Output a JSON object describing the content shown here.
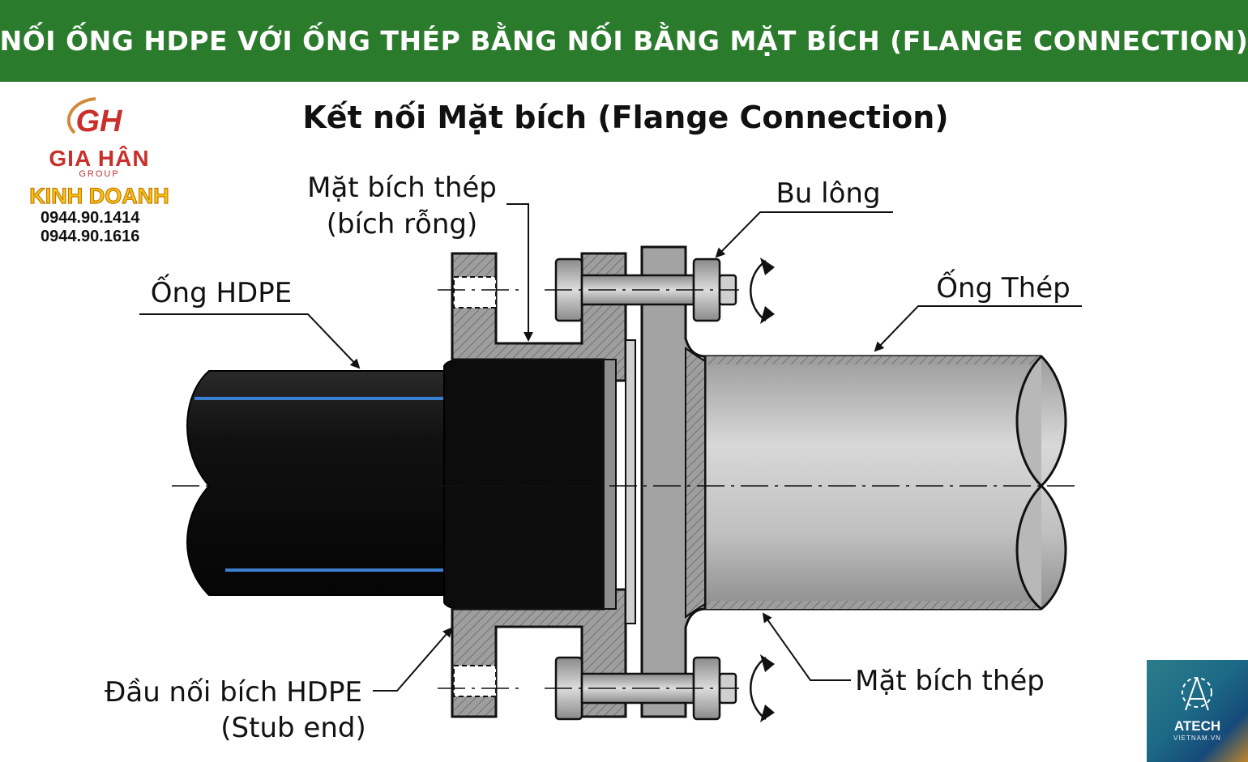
{
  "banner": {
    "title": "NỐI ỐNG HDPE VỚI ỐNG THÉP BẰNG NỐI BẰNG MẶT BÍCH (FLANGE CONNECTION)",
    "bg_color": "#2a7b2c",
    "text_color": "#ffffff"
  },
  "logo": {
    "mark": "GH",
    "name": "GIA HÂN",
    "group": "GROUP",
    "tagline": "KINH DOANH",
    "phones": [
      "0944.90.1414",
      "0944.90.1616"
    ],
    "brand_color": "#c9302c"
  },
  "diagram": {
    "title": "Kết nối Mặt bích (Flange Connection)",
    "labels": {
      "steel_flange_hollow_line1": "Mặt bích thép",
      "steel_flange_hollow_line2": "(bích rỗng)",
      "bolt": "Bu lông",
      "hdpe_pipe": "Ống HDPE",
      "steel_pipe": "Ống Thép",
      "stub_end_line1": "Đầu nối bích HDPE",
      "stub_end_line2": "(Stub end)",
      "steel_flange": "Mặt bích thép"
    },
    "colors": {
      "hdpe": "#111111",
      "hdpe_stripe": "#3b7fd1",
      "steel": "#bfbfbf",
      "flange": "#9a9a9a"
    }
  },
  "badge": {
    "name": "ATECH",
    "sub": "VIETNAM.VN",
    "icon": "atech-logo-icon"
  }
}
